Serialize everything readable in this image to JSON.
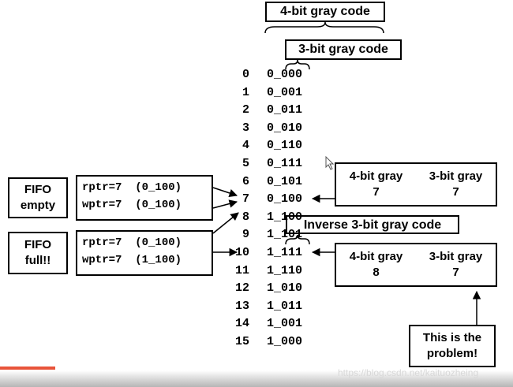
{
  "titles": {
    "four_bit": "4-bit gray code",
    "three_bit": "3-bit gray code",
    "inverse": "Inverse 3-bit gray code"
  },
  "rows": [
    {
      "n": "0",
      "code": "0_000"
    },
    {
      "n": "1",
      "code": "0_001"
    },
    {
      "n": "2",
      "code": "0_011"
    },
    {
      "n": "3",
      "code": "0_010"
    },
    {
      "n": "4",
      "code": "0_110"
    },
    {
      "n": "5",
      "code": "0_111"
    },
    {
      "n": "6",
      "code": "0_101"
    },
    {
      "n": "7",
      "code": "0_100"
    },
    {
      "n": "8",
      "code": "1_100"
    },
    {
      "n": "9",
      "code": "1_101"
    },
    {
      "n": "10",
      "code": "1_111"
    },
    {
      "n": "11",
      "code": "1_110"
    },
    {
      "n": "12",
      "code": "1_010"
    },
    {
      "n": "13",
      "code": "1_011"
    },
    {
      "n": "14",
      "code": "1_001"
    },
    {
      "n": "15",
      "code": "1_000"
    }
  ],
  "fifo_empty": {
    "label_line1": "FIFO",
    "label_line2": "empty",
    "rptr": "rptr=7  (0_100)",
    "wptr": "wptr=7  (0_100)"
  },
  "fifo_full": {
    "label_line1": "FIFO",
    "label_line2": "full!!",
    "rptr": "rptr=7  (0_100)",
    "wptr": "wptr=7  (1_100)"
  },
  "gray_upper": {
    "h1": "4-bit gray",
    "h2": "3-bit gray",
    "v1": "7",
    "v2": "7"
  },
  "gray_lower": {
    "h1": "4-bit gray",
    "h2": "3-bit gray",
    "v1": "8",
    "v2": "7"
  },
  "problem": {
    "line1": "This is the",
    "line2": "problem!"
  },
  "watermark": "https://blog.csdn.net/kaituozheing"
}
